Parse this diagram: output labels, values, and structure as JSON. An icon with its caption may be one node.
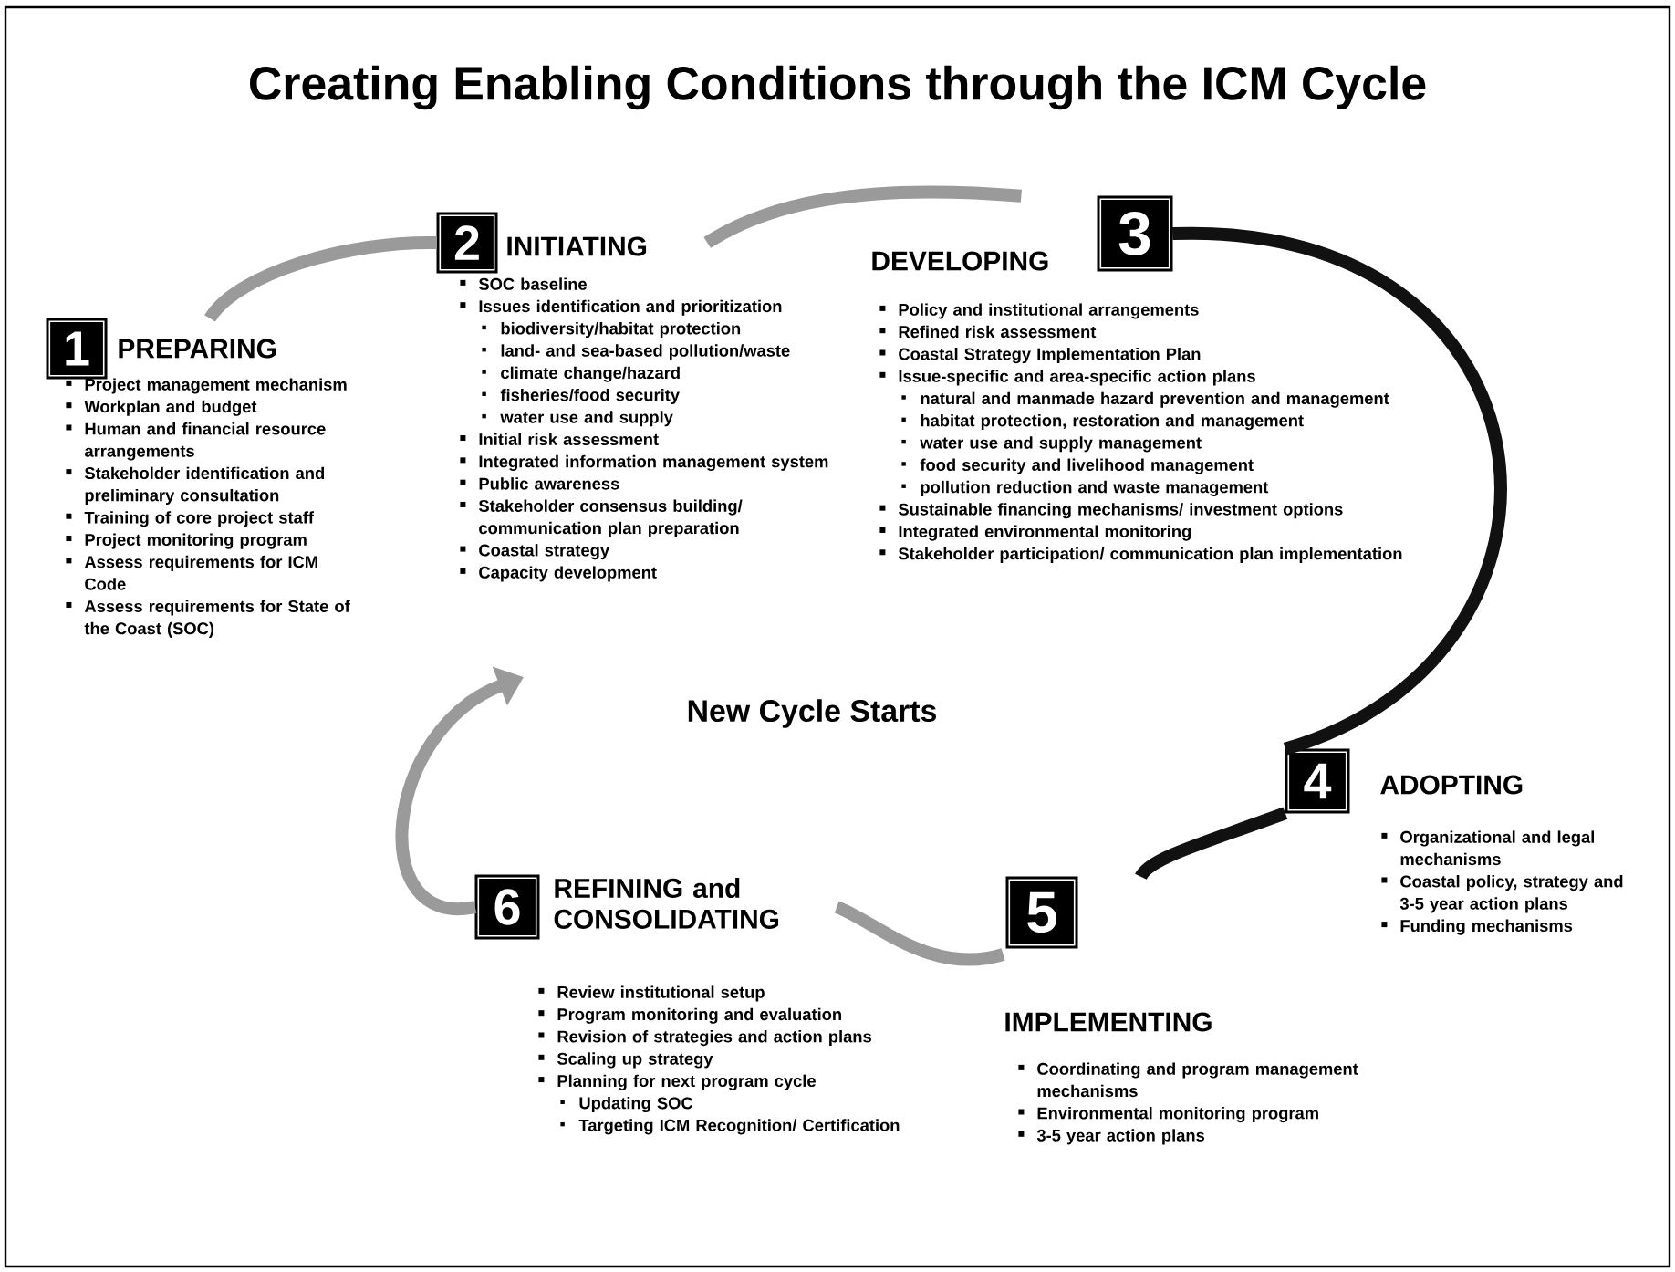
{
  "diagram": {
    "title": "Creating Enabling Conditions through the ICM Cycle",
    "nodes": [
      {
        "text": [
          "1",
          "PREPARING"
        ],
        "beside": [
          "Project management mechanism",
          "Workplan and budget",
          "Human and financial resource arrangements",
          "Stakeholder identification and preliminary consultation",
          "Training of core project staff",
          "Project monitoring program",
          "Assess requirements for ICM Code",
          "Assess requirements for State of the Coast (SOC)"
        ]
      },
      {
        "text": [
          "2",
          "INITIATING"
        ],
        "beside": [
          "SOC baseline",
          "Issues identification and prioritization",
          "biodiversity/habitat protection",
          "land- and sea-based pollution/waste",
          "climate change/hazard",
          "fisheries/food security",
          "water use and supply",
          "Initial risk assessment",
          "Integrated information management system",
          "Public awareness",
          "Stakeholder consensus building/ communication plan preparation",
          "Coastal strategy",
          "Capacity development"
        ]
      },
      {
        "text": [
          "3",
          "DEVELOPING"
        ],
        "beside": [
          "Policy and institutional arrangements",
          "Refined risk assessment",
          "Coastal Strategy Implementation Plan",
          "Issue-specific and area-specific action plans",
          "natural and manmade hazard prevention and management",
          "habitat protection, restoration and management",
          "water use and supply management",
          "food security and livelihood management",
          "pollution reduction and waste management",
          "Sustainable financing mechanisms/ investment options",
          "Integrated environmental monitoring",
          "Stakeholder participation/ communication plan implementation"
        ]
      },
      {
        "text": [
          "4",
          "ADOPTING"
        ],
        "beside": [
          "Organizational and legal mechanisms",
          "Coastal policy, strategy and 3-5 year action plans",
          "Funding mechanisms"
        ]
      },
      {
        "text": [
          "5",
          "IMPLEMENTING"
        ],
        "beside": [
          "Coordinating and program management mechanisms",
          "Environmental monitoring program",
          "3-5 year action plans"
        ]
      },
      {
        "text": [
          "6",
          "REFINING and CONSOLIDATING"
        ],
        "beside": [
          "Review institutional setup",
          "Program monitoring and evaluation",
          "Revision of strategies and action plans",
          "Scaling up strategy",
          "Planning for next program cycle",
          "Updating SOC",
          "Targeting ICM Recognition/ Certification"
        ]
      }
    ],
    "edges": [
      {
        "from": 0,
        "to": 1,
        "arrow": "none"
      },
      {
        "from": 1,
        "to": 2,
        "arrow": "none"
      },
      {
        "from": 2,
        "to": 3,
        "arrow": "none",
        "color": "#111111"
      },
      {
        "from": 3,
        "to": 4,
        "arrow": "none",
        "color": "#111111"
      },
      {
        "from": 4,
        "to": 5,
        "arrow": "none"
      },
      {
        "from": 5,
        "to": null,
        "arrow": "to"
      }
    ],
    "labels": [
      "New Cycle Starts"
    ]
  }
}
